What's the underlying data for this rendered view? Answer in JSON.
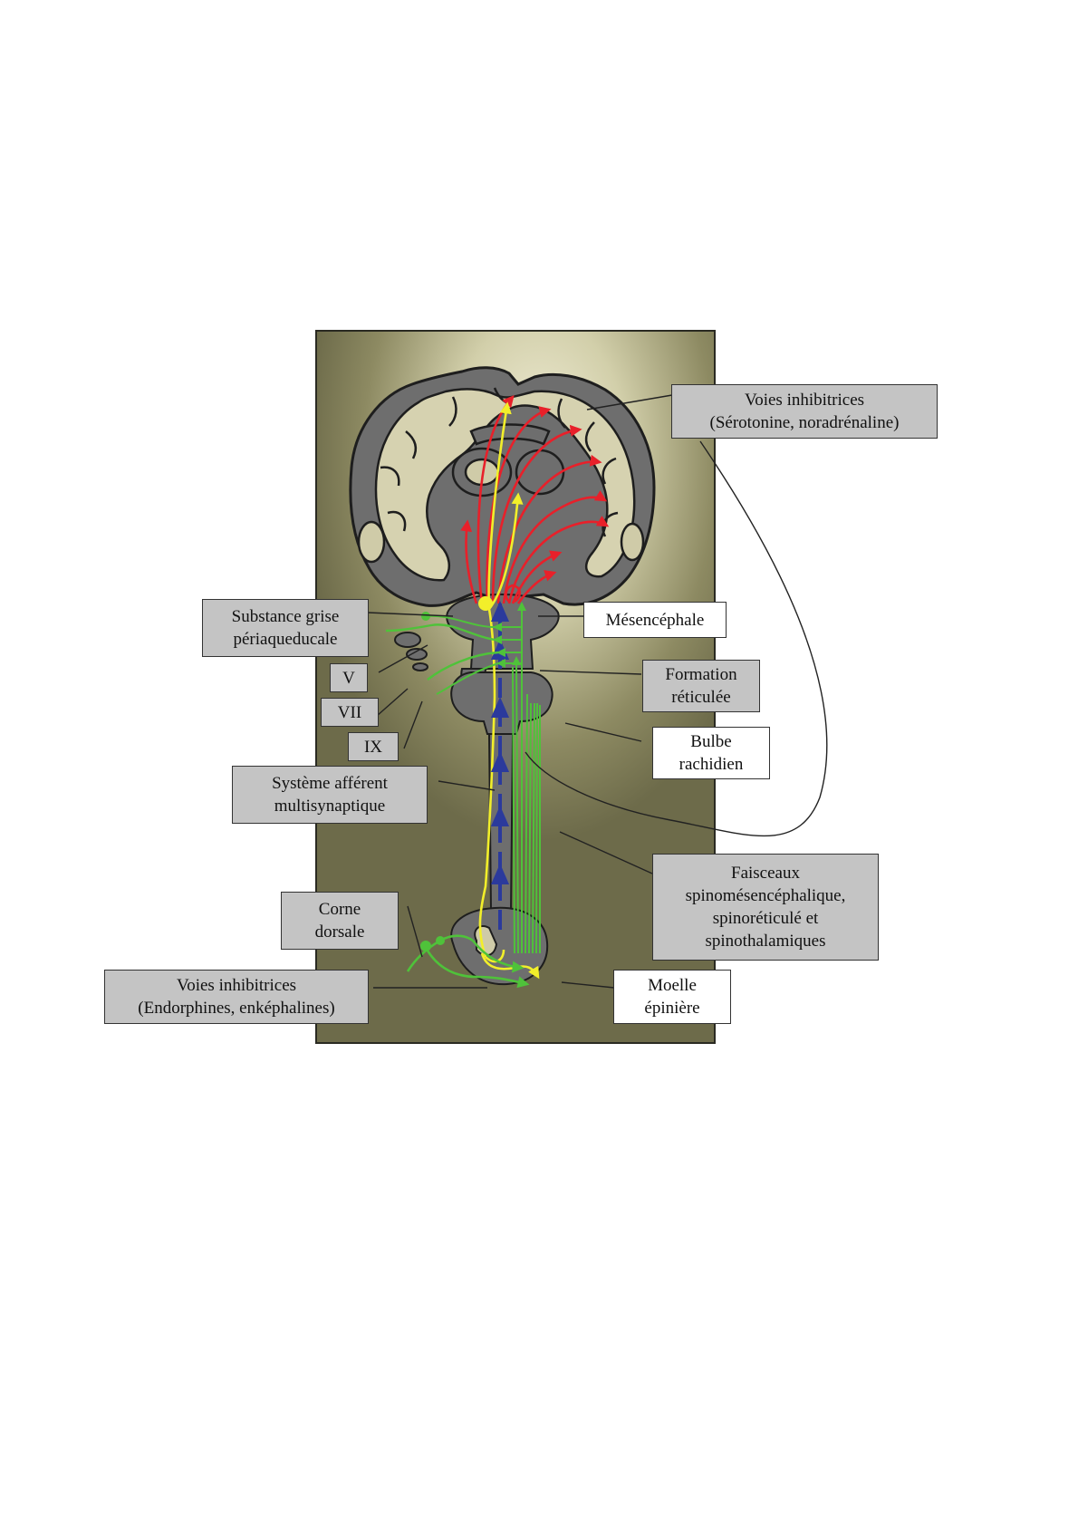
{
  "labels": {
    "voies_sup": {
      "line1": "Voies inhibitrices",
      "line2": "(Sérotonine, noradrénaline)"
    },
    "substance": {
      "line1": "Substance grise",
      "line2": "périaqueducale"
    },
    "mesencephale": {
      "line1": "Mésencéphale"
    },
    "v": {
      "line1": "V"
    },
    "vii": {
      "line1": "VII"
    },
    "ix": {
      "line1": "IX"
    },
    "formation": {
      "line1": "Formation",
      "line2": "réticulée"
    },
    "bulbe": {
      "line1": "Bulbe",
      "line2": "rachidien"
    },
    "systeme": {
      "line1": "Système afférent",
      "line2": "multisynaptique"
    },
    "faisceaux": {
      "line1": "Faisceaux",
      "line2": "spinomésencéphalique,",
      "line3": "spinoréticulé et",
      "line4": "spinothalamiques"
    },
    "corne": {
      "line1": "Corne",
      "line2": "dorsale"
    },
    "voies_inf": {
      "line1": "Voies inhibitrices",
      "line2": "(Endorphines, enképhalines)"
    },
    "moelle": {
      "line1": "Moelle",
      "line2": "épinière"
    }
  },
  "colors": {
    "inhibitory_descending": "#e8202a",
    "afferent_multisynaptic": "#f2ef2a",
    "ascending_tracts": "#4fc23a",
    "spinal_ascending_arrows": "#2b3a9c",
    "tissue": "#6e6e6e"
  }
}
